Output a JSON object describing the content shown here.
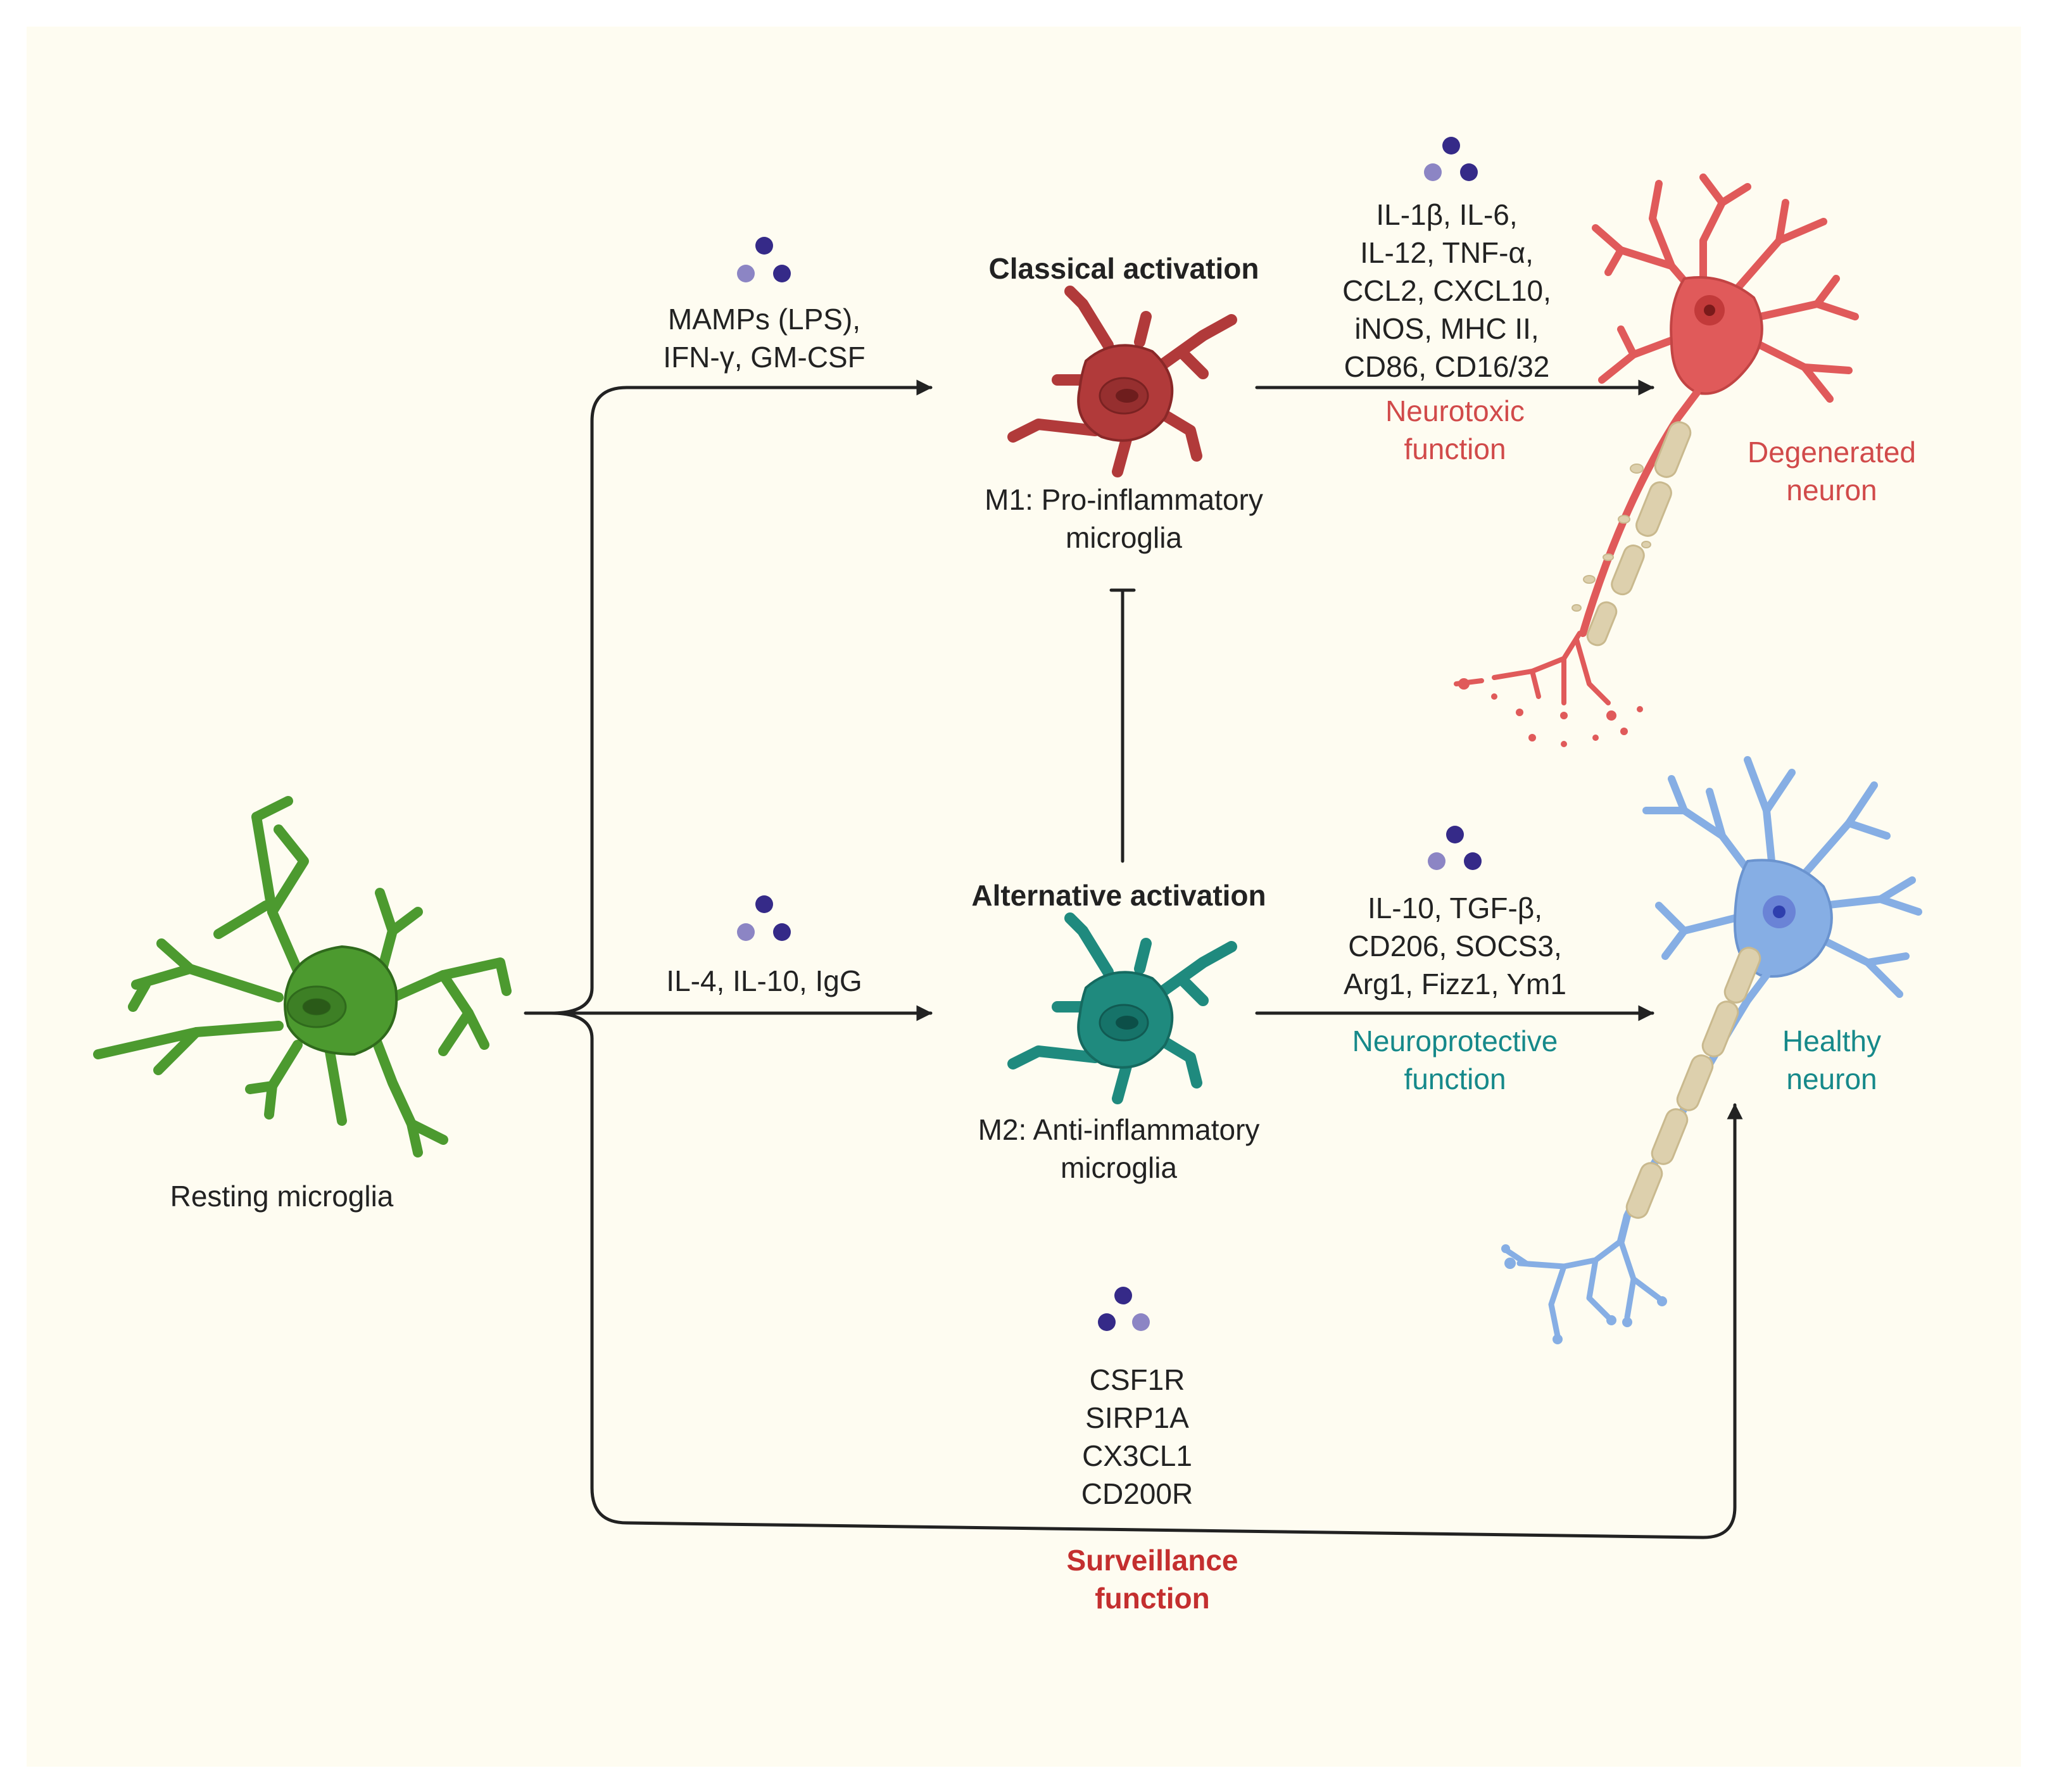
{
  "colors": {
    "background": "#fefcf1",
    "text": "#222222",
    "neurotoxic": "#d14a4a",
    "neuroprotective": "#16898a",
    "surveillance": "#c42f2f",
    "resting_cell": "#4c9a2f",
    "m1_cell": "#b13a3a",
    "m2_cell": "#1f8a7e",
    "degenerated_neuron": "#e05a5a",
    "healthy_neuron": "#86aee4",
    "myelin": "#ddd0ad",
    "molecule_dark": "#352a88",
    "molecule_light": "#8c85c4"
  },
  "resting": {
    "label": "Resting microglia"
  },
  "classical": {
    "title": "Classical activation",
    "stimuli": [
      "MAMPs (LPS),",
      "IFN-γ, GM-CSF"
    ],
    "cell_label": [
      "M1: Pro-inflammatory",
      "microglia"
    ],
    "markers": [
      "IL-1β, IL-6,",
      "IL-12, TNF-α,",
      "CCL2, CXCL10,",
      "iNOS, MHC II,",
      "CD86, CD16/32"
    ],
    "function": [
      "Neurotoxic",
      "function"
    ]
  },
  "alternative": {
    "title": "Alternative activation",
    "stimuli": [
      "IL-4, IL-10, IgG"
    ],
    "cell_label": [
      "M2: Anti-inflammatory",
      "microglia"
    ],
    "markers": [
      "IL-10, TGF-β,",
      "CD206, SOCS3,",
      "Arg1, Fizz1, Ym1"
    ],
    "function": [
      "Neuroprotective",
      "function"
    ]
  },
  "surveillance": {
    "markers": [
      "CSF1R",
      "SIRP1A",
      "CX3CL1",
      "CD200R"
    ],
    "function": [
      "Surveillance",
      "function"
    ]
  },
  "neurons": {
    "degenerated": [
      "Degenerated",
      "neuron"
    ],
    "healthy": [
      "Healthy",
      "neuron"
    ]
  }
}
